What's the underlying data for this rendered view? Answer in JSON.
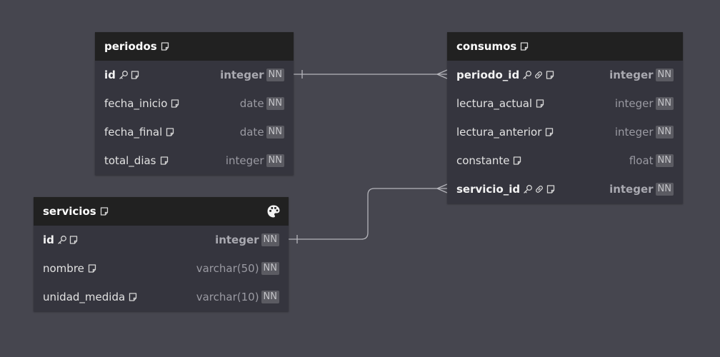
{
  "diagram": {
    "tables": [
      {
        "id": "periodos",
        "name": "periodos",
        "has_note": true,
        "has_color_icon": false,
        "columns": [
          {
            "name": "id",
            "type": "integer",
            "nn": "NN",
            "pk": true,
            "fk": false
          },
          {
            "name": "fecha_inicio",
            "type": "date",
            "nn": "NN",
            "pk": false,
            "fk": false
          },
          {
            "name": "fecha_final",
            "type": "date",
            "nn": "NN",
            "pk": false,
            "fk": false
          },
          {
            "name": "total_dias",
            "type": "integer",
            "nn": "NN",
            "pk": false,
            "fk": false
          }
        ]
      },
      {
        "id": "consumos",
        "name": "consumos",
        "has_note": true,
        "has_color_icon": false,
        "columns": [
          {
            "name": "periodo_id",
            "type": "integer",
            "nn": "NN",
            "pk": true,
            "fk": true
          },
          {
            "name": "lectura_actual",
            "type": "integer",
            "nn": "NN",
            "pk": false,
            "fk": false
          },
          {
            "name": "lectura_anterior",
            "type": "integer",
            "nn": "NN",
            "pk": false,
            "fk": false
          },
          {
            "name": "constante",
            "type": "float",
            "nn": "NN",
            "pk": false,
            "fk": false
          },
          {
            "name": "servicio_id",
            "type": "integer",
            "nn": "NN",
            "pk": true,
            "fk": true
          }
        ]
      },
      {
        "id": "servicios",
        "name": "servicios",
        "has_note": true,
        "has_color_icon": true,
        "columns": [
          {
            "name": "id",
            "type": "integer",
            "nn": "NN",
            "pk": true,
            "fk": false
          },
          {
            "name": "nombre",
            "type": "varchar(50)",
            "nn": "NN",
            "pk": false,
            "fk": false
          },
          {
            "name": "unidad_medida",
            "type": "varchar(10)",
            "nn": "NN",
            "pk": false,
            "fk": false
          }
        ]
      }
    ],
    "relations": [
      {
        "from": "periodos.id",
        "to": "consumos.periodo_id",
        "from_card": "one",
        "to_card": "many"
      },
      {
        "from": "servicios.id",
        "to": "consumos.servicio_id",
        "from_card": "one",
        "to_card": "many"
      }
    ],
    "colors": {
      "background": "#46464f",
      "table_body": "#35353e",
      "table_header": "#212121",
      "relation_line": "#b5b5bb"
    }
  }
}
